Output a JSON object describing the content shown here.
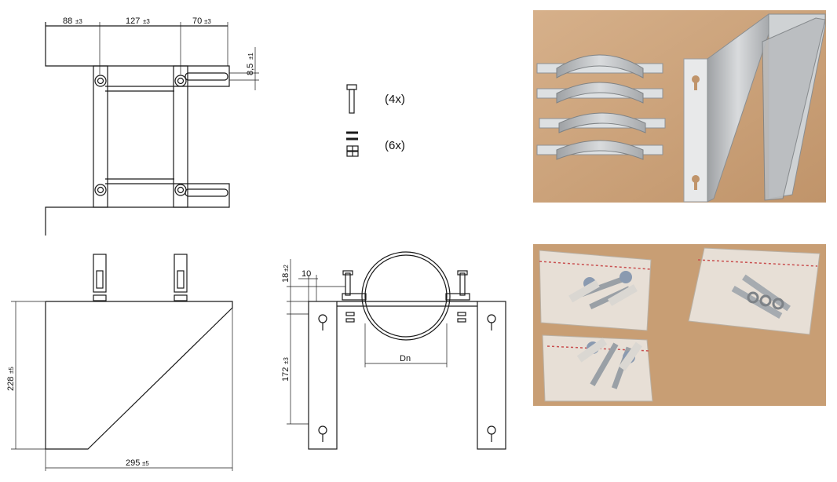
{
  "dimensions": {
    "top_w1": "88",
    "top_w1_tol": "±3",
    "top_w2": "127",
    "top_w2_tol": "±3",
    "top_w3": "70",
    "top_w3_tol": "±3",
    "slot": "8,5",
    "slot_tol": "±1",
    "height": "228",
    "height_tol": "±5",
    "depth": "295",
    "depth_tol": "±5",
    "front_top": "18",
    "front_top_tol": "±2",
    "front_offset": "10",
    "front_height": "172",
    "front_height_tol": "±3",
    "diameter": "Dn"
  },
  "legend": {
    "bolts_count": "(4x)",
    "washers_count": "(6x)"
  },
  "colors": {
    "line": "#1a1a1a",
    "photo_background": "#c9a07a",
    "metal": "#b9bcbf",
    "bag": "#e4e1dc",
    "plug": "#8a9ab0"
  }
}
